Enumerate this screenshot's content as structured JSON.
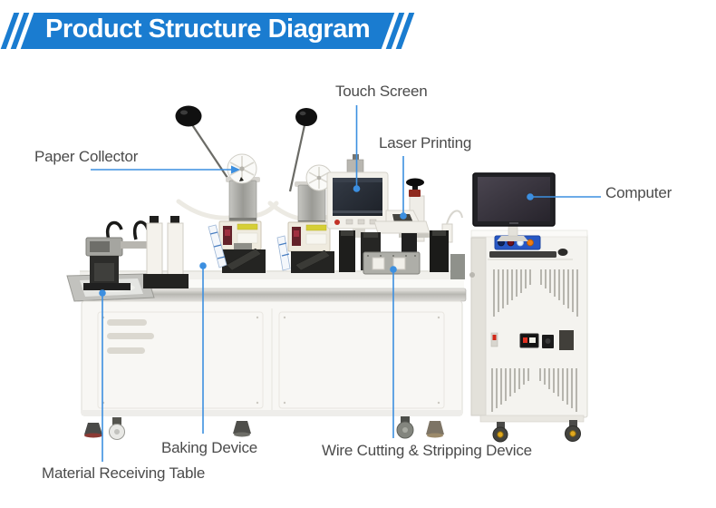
{
  "title": "Product Structure Diagram",
  "labels": {
    "touch_screen": "Touch Screen",
    "laser_printing": "Laser Printing",
    "paper_collector": "Paper Collector",
    "computer": "Computer",
    "baking_device": "Baking Device",
    "wire_cutting_stripping": "Wire Cutting & Stripping Device",
    "material_receiving_table": "Material Receiving Table"
  },
  "colors": {
    "banner_blue": "#1a7cd0",
    "leader_blue": "#3c8fe0",
    "label_text": "#4b4b4b"
  }
}
